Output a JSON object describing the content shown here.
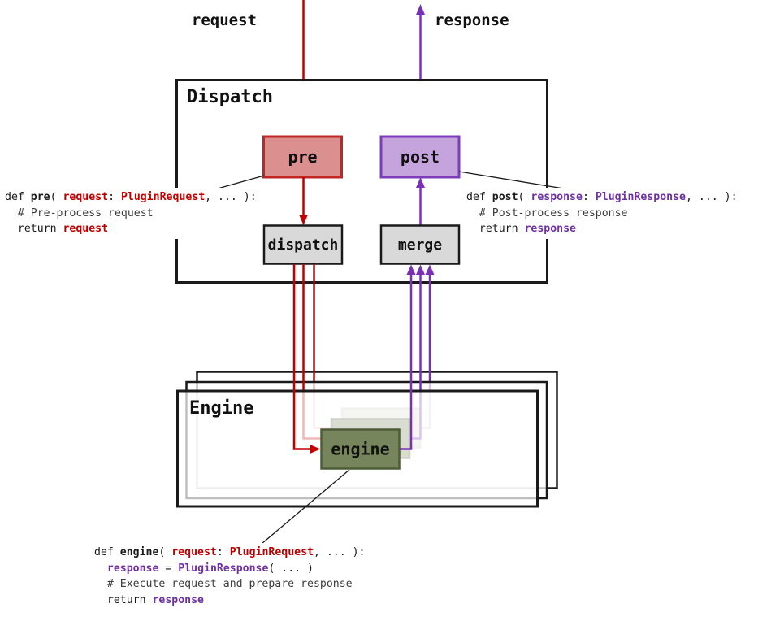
{
  "flow": {
    "request_label": "request",
    "response_label": "response"
  },
  "dispatch": {
    "title": "Dispatch",
    "pre_node": "pre",
    "post_node": "post",
    "dispatch_node": "dispatch",
    "merge_node": "merge"
  },
  "engine": {
    "title": "Engine",
    "node": "engine"
  },
  "code_pre": {
    "lines": [
      [
        {
          "t": "def ",
          "s": "plain"
        },
        {
          "t": "pre",
          "s": "bold"
        },
        {
          "t": "( ",
          "s": "plain"
        },
        {
          "t": "request",
          "s": "red"
        },
        {
          "t": ": ",
          "s": "plain"
        },
        {
          "t": "PluginRequest",
          "s": "red"
        },
        {
          "t": ", ... ):",
          "s": "plain"
        }
      ],
      [
        {
          "t": "  # Pre-process request",
          "s": "comment"
        }
      ],
      [
        {
          "t": "  return ",
          "s": "plain"
        },
        {
          "t": "request",
          "s": "red"
        }
      ]
    ]
  },
  "code_post": {
    "lines": [
      [
        {
          "t": "def ",
          "s": "plain"
        },
        {
          "t": "post",
          "s": "bold"
        },
        {
          "t": "( ",
          "s": "plain"
        },
        {
          "t": "response",
          "s": "purple"
        },
        {
          "t": ": ",
          "s": "plain"
        },
        {
          "t": "PluginResponse",
          "s": "purple"
        },
        {
          "t": ", ... ):",
          "s": "plain"
        }
      ],
      [
        {
          "t": "  # Post-process response",
          "s": "comment"
        }
      ],
      [
        {
          "t": "  return ",
          "s": "plain"
        },
        {
          "t": "response",
          "s": "purple"
        }
      ]
    ]
  },
  "code_engine": {
    "lines": [
      [
        {
          "t": "def ",
          "s": "plain"
        },
        {
          "t": "engine",
          "s": "bold"
        },
        {
          "t": "( ",
          "s": "plain"
        },
        {
          "t": "request",
          "s": "red"
        },
        {
          "t": ": ",
          "s": "plain"
        },
        {
          "t": "PluginRequest",
          "s": "red"
        },
        {
          "t": ", ... ):",
          "s": "plain"
        }
      ],
      [
        {
          "t": "  ",
          "s": "plain"
        },
        {
          "t": "response",
          "s": "purple"
        },
        {
          "t": " = ",
          "s": "plain"
        },
        {
          "t": "PluginResponse",
          "s": "purple"
        },
        {
          "t": "( ... )",
          "s": "plain"
        }
      ],
      [
        {
          "t": "  # Execute request and prepare response",
          "s": "comment"
        }
      ],
      [
        {
          "t": "  return ",
          "s": "plain"
        },
        {
          "t": "response",
          "s": "purple"
        }
      ]
    ]
  },
  "colors": {
    "red_flow": "#c00000",
    "red_node_fill": "#dc8f8f",
    "red_node_border": "#c02626",
    "purple_flow": "#7a30b5",
    "purple_code": "#7030a0",
    "purple_node_fill": "#c5a3dd",
    "purple_node_border": "#7d3cb8",
    "gray_node_fill": "#d9d9d9",
    "olive_node_fill": "#76855b",
    "olive_node_border": "#4f5c38",
    "box_border": "#1a1a1a"
  }
}
